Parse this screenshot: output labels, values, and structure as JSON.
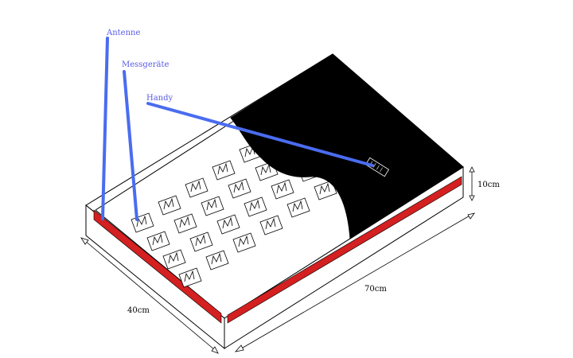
{
  "labels": {
    "antenna": "Antenne",
    "meters": "Messgeräte",
    "phone": "Handy",
    "height": "10cm",
    "length": "70cm",
    "width": "40cm"
  },
  "meter_symbol": "M",
  "colors": {
    "pointer": "#4a6cf0",
    "label_text": "#5a5ae6",
    "stripe": "#d42020",
    "cover": "#000000",
    "outline": "#000000"
  }
}
